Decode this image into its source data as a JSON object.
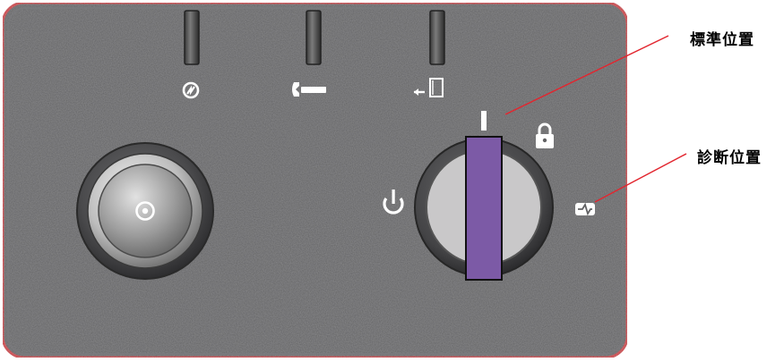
{
  "figure": {
    "callouts": [
      {
        "id": "normal",
        "text": "標準位置"
      },
      {
        "id": "diagnostics",
        "text": "診断位置"
      }
    ],
    "status_leds": [
      {
        "icon": "system-activity-icon"
      },
      {
        "icon": "service-required-icon"
      },
      {
        "icon": "locator-icon"
      }
    ],
    "keyswitch": {
      "handle_color": "#7c5aa6",
      "positions": [
        {
          "icon": "power-off-icon"
        },
        {
          "icon": "normal-position-marker"
        },
        {
          "icon": "locked-position-icon"
        },
        {
          "icon": "diagnostics-position-icon"
        }
      ]
    },
    "power_button": {
      "icon": "power-button-indicator-icon"
    },
    "panel_outline_color": "#d8202a"
  }
}
